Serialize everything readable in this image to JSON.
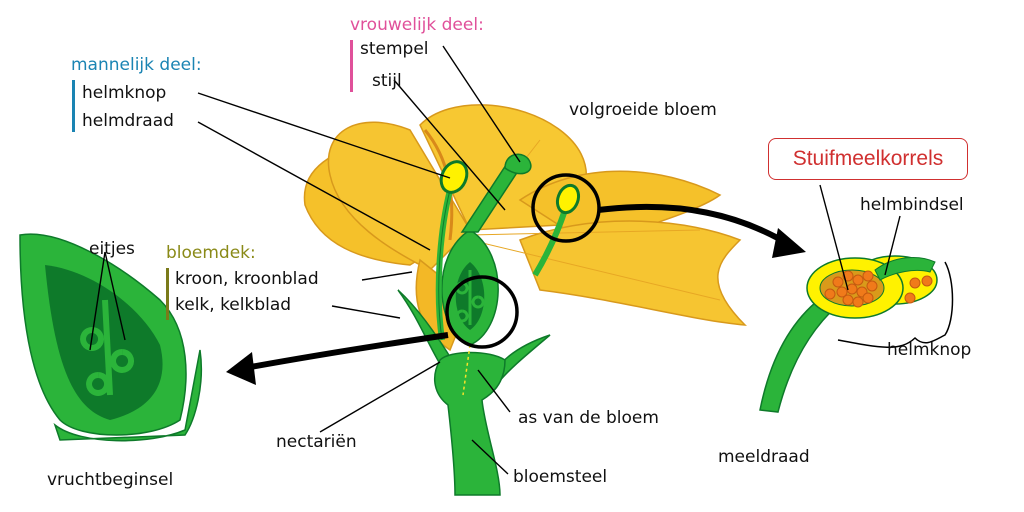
{
  "male_part": {
    "heading": "mannelijk deel:",
    "items": [
      "helmknop",
      "helmdraad"
    ]
  },
  "female_part": {
    "heading": "vrouwelijk deel:",
    "items": [
      "stempel",
      "stijl"
    ]
  },
  "perianth": {
    "heading": "bloemdek:",
    "items": [
      "kroon, kroonblad",
      "kelk, kelkblad"
    ]
  },
  "labels": {
    "mature_flower": "volgroeide bloem",
    "pollen_grains": "Stuifmeelkorrels",
    "connective": "helmbindsel",
    "anther_right": "helmknop",
    "stamen": "meeldraad",
    "ovules": "eitjes",
    "ovary": "vruchtbeginsel",
    "nectaries": "nectariën",
    "flower_axis": "as van de bloem",
    "peduncle": "bloemsteel"
  },
  "colors": {
    "petal": "#f5c12a",
    "petal_dark": "#e39a1f",
    "green": "#2bb43a",
    "green_dark": "#0e7a2a",
    "anther_yellow": "#fff200",
    "pollen": "#f07a1a",
    "male_accent": "#1a84b3",
    "female_accent": "#e0509a",
    "perianth_accent": "#8a8a18",
    "pollen_box": "#d03030"
  }
}
